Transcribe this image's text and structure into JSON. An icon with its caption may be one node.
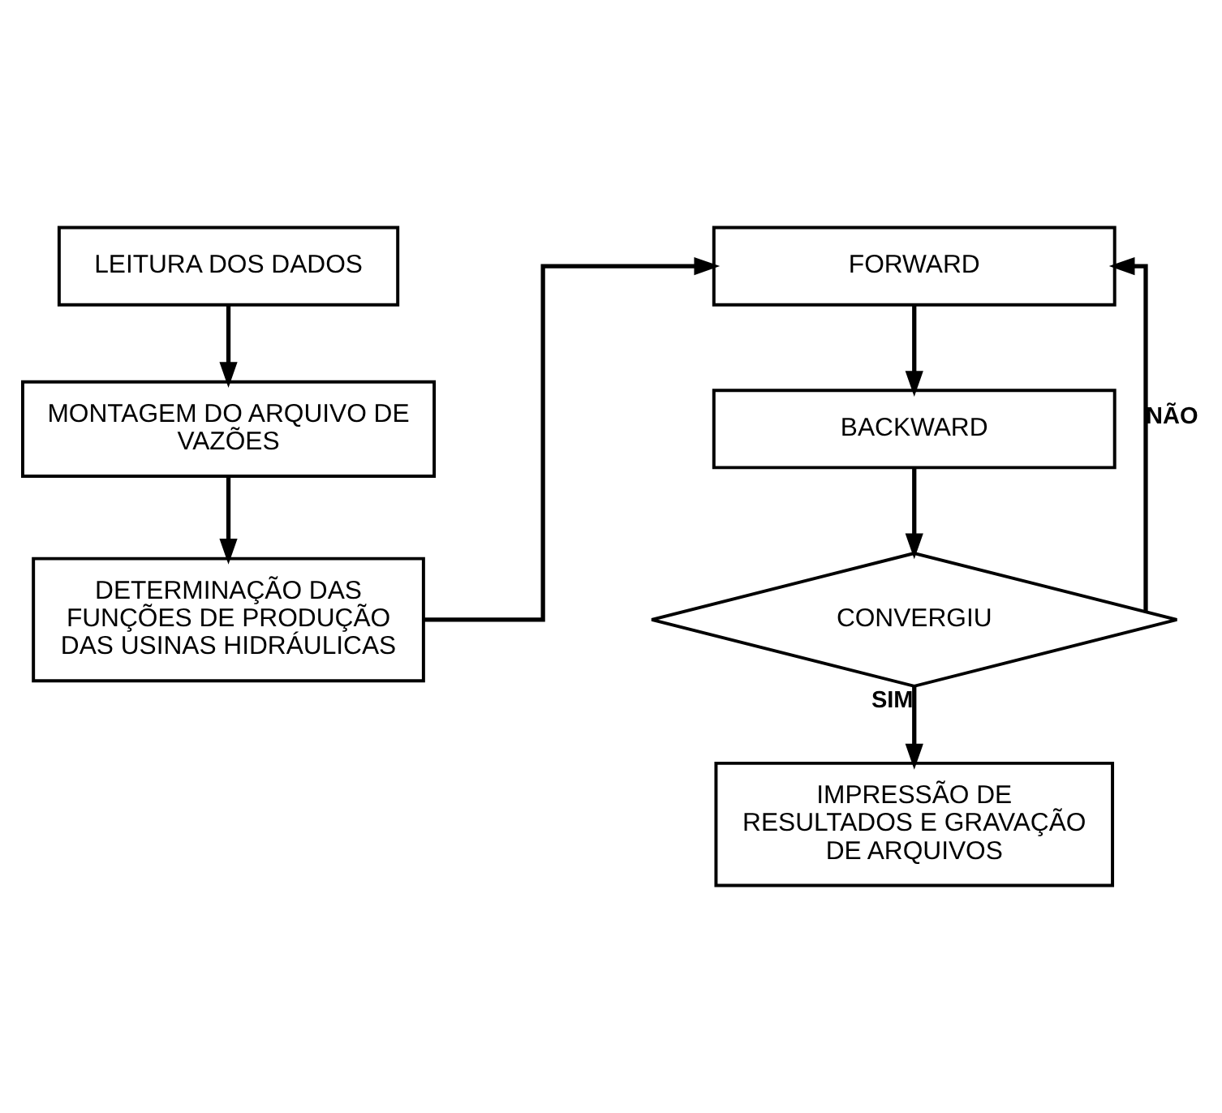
{
  "diagram": {
    "nodes": [
      {
        "text": [
          "LEITURA DOS DADOS"
        ]
      },
      {
        "text": [
          "MONTAGEM DO ARQUIVO DE VAZÕES"
        ]
      },
      {
        "text": [
          "DETERMINAÇÃO DAS FUNÇÕES DE PRODUÇÃO DAS USINAS HIDRÁULICAS"
        ]
      },
      {
        "text": [
          "FORWARD"
        ]
      },
      {
        "text": [
          "BACKWARD"
        ]
      },
      {
        "text": [
          "CONVERGIU"
        ]
      },
      {
        "text": [
          "IMPRESSÃO DE RESULTADOS E GRAVAÇÃO DE ARQUIVOS"
        ]
      }
    ],
    "edges": [
      {
        "from": 0,
        "to": 1,
        "arrow": "to"
      },
      {
        "from": 1,
        "to": 2,
        "arrow": "to"
      },
      {
        "from": 2,
        "to": 3,
        "arrow": "to"
      },
      {
        "from": 3,
        "to": 4,
        "arrow": "to"
      },
      {
        "from": 4,
        "to": 5,
        "arrow": "to"
      },
      {
        "from": 5,
        "to": 3,
        "arrow": "to",
        "label": "NÃO"
      },
      {
        "from": 5,
        "to": 6,
        "arrow": "to",
        "label": "SIM"
      }
    ]
  }
}
